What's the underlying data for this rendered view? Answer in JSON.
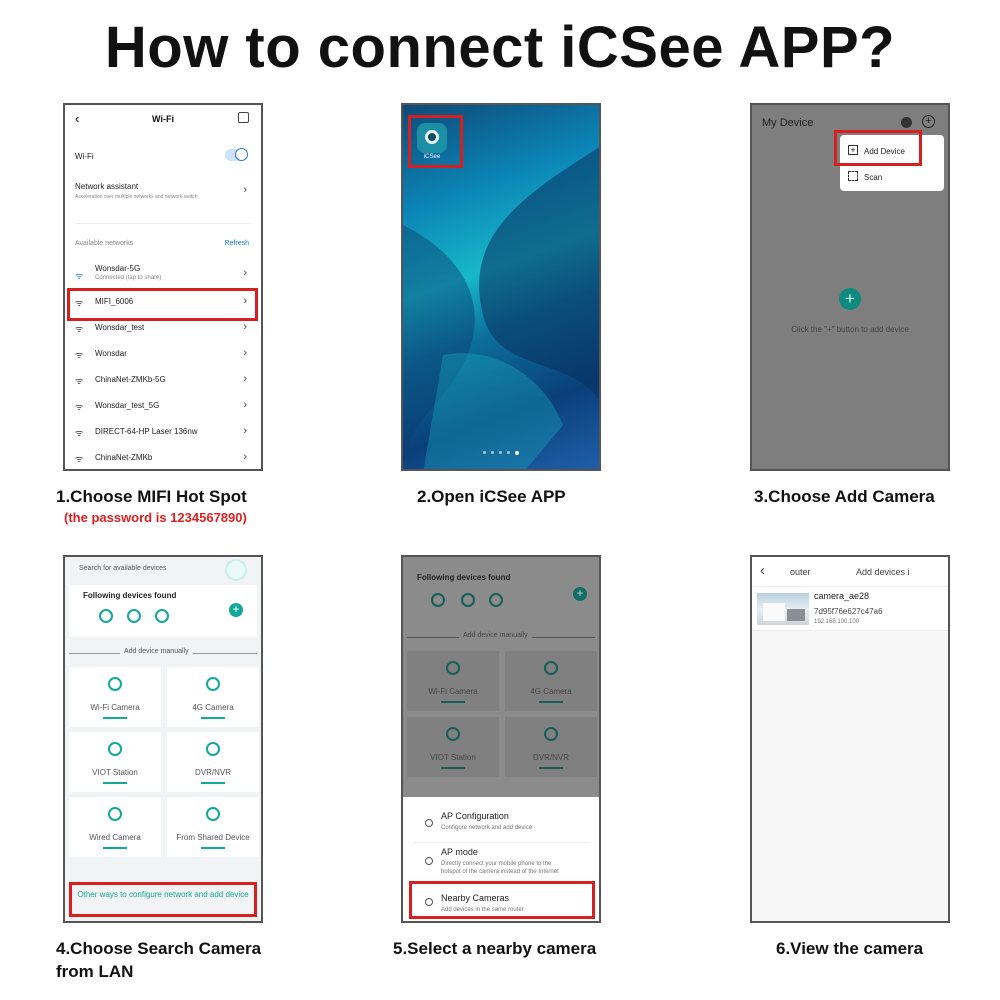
{
  "title": "How to connect iCSee APP?",
  "steps": {
    "s1": {
      "caption": "1.Choose MIFI Hot Spot",
      "sub": "(the password is 1234567890)"
    },
    "s2": {
      "caption": "2.Open iCSee APP"
    },
    "s3": {
      "caption": "3.Choose Add Camera"
    },
    "s4": {
      "caption": "4.Choose Search Camera",
      "caption2": "from LAN"
    },
    "s5": {
      "caption": "5.Select a nearby camera"
    },
    "s6": {
      "caption": "6.View the camera"
    }
  },
  "wifi": {
    "header": "Wi-Fi",
    "wifi_label": "Wi-Fi",
    "assistant": "Network assistant",
    "assistant_desc": "Acceleration over multiple networks and network switch",
    "available": "Available networks",
    "refresh": "Refresh",
    "connected_name": "Wonsdar-5G",
    "connected_desc": "Connected (tap to share)",
    "networks": [
      "MIFI_6006",
      "Wonsdar_test",
      "Wonsdar",
      "ChinaNet-ZMKb-5G",
      "Wonsdar_test_5G",
      "DIRECT-64-HP Laser 136nw",
      "ChinaNet-ZMKb"
    ]
  },
  "home": {
    "app_label": "iCSee"
  },
  "device": {
    "title": "My Device",
    "menu_add": "Add Device",
    "menu_scan": "Scan",
    "empty_hint": "Click the \"+\" button to add device"
  },
  "search": {
    "header": "Search for available devices",
    "found": "Following devices found",
    "manual": "Add device manually",
    "cells": [
      "Wi-Fi Camera",
      "4G Camera",
      "VIOT Station",
      "DVR/NVR",
      "Wired Camera",
      "From Shared Device"
    ],
    "other": "Other ways to configure network and add device"
  },
  "nearby": {
    "found": "Following devices found",
    "manual": "Add device manually",
    "cells": [
      "Wi-Fi Camera",
      "4G Camera",
      "VIOT Station",
      "DVR/NVR"
    ],
    "ap_title": "AP Configuration",
    "ap_desc": "Configure network and add device",
    "apmode_title": "AP mode",
    "apmode_desc1": "Directly connect your mobile phone to the",
    "apmode_desc2": "hotspot of the camera instead of the Internet",
    "nearby_title": "Nearby Cameras",
    "nearby_desc": "Add devices in the same router"
  },
  "view": {
    "back_text": "outer",
    "header": "Add devices i",
    "cam_name": "camera_ae28",
    "cam_id": "7d95f76e627c47a6",
    "cam_ip": "192.168.100.100"
  },
  "colors": {
    "accent": "#13a99a",
    "highlight": "#d71f1f"
  }
}
